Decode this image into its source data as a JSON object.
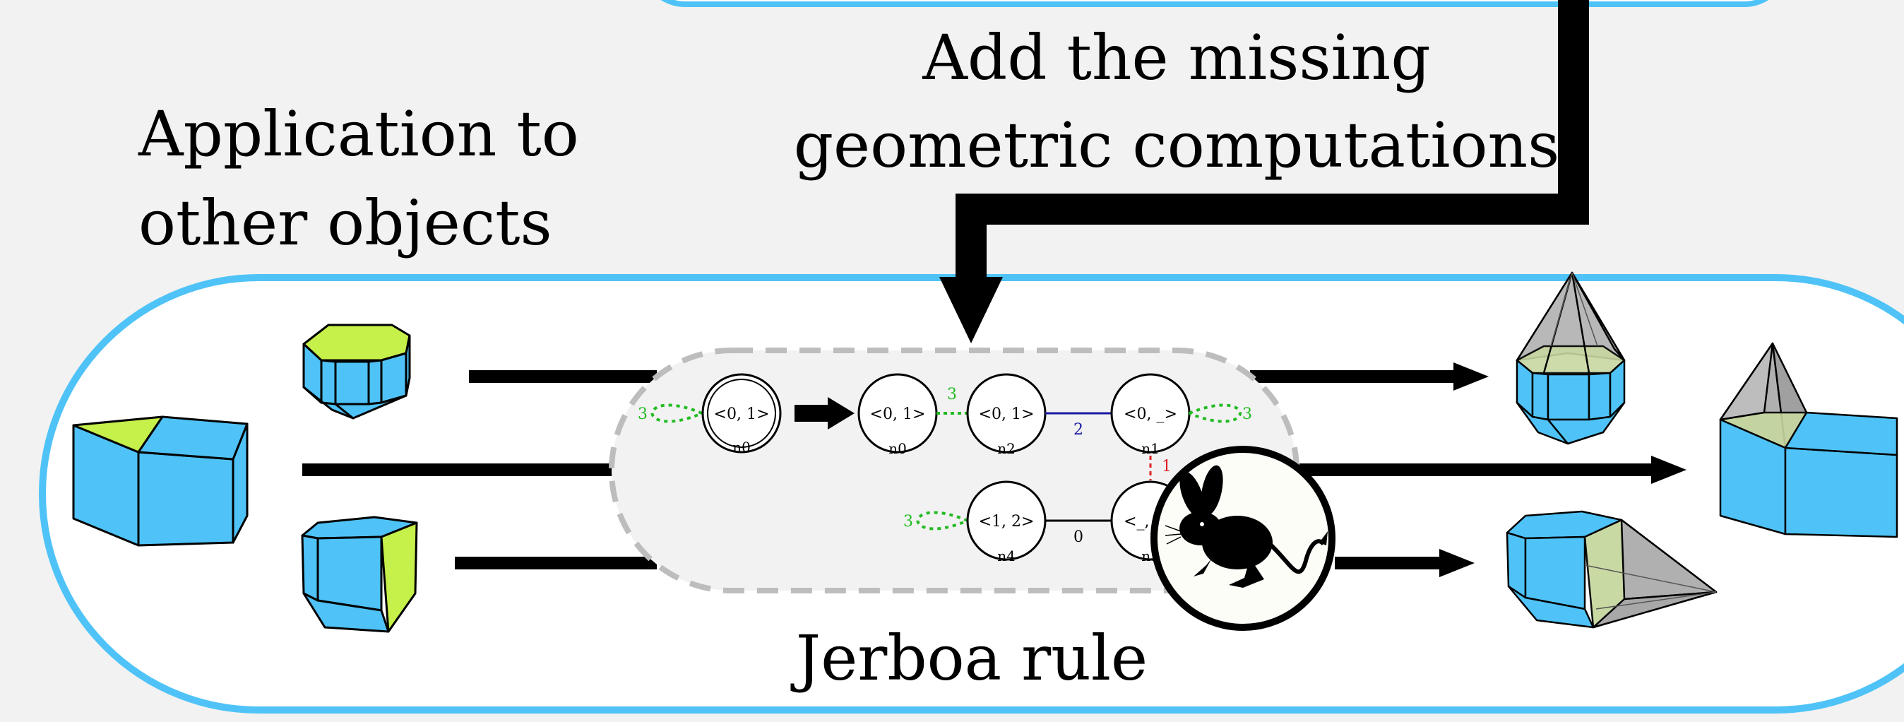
{
  "labels": {
    "top_line1": "Add the missing",
    "top_line2": "geometric computations",
    "left_line1": "Application to",
    "left_line2": "other objects",
    "bottom": "Jerboa rule"
  },
  "rule": {
    "nodes": [
      {
        "id": "n0_left",
        "label": "<0, 1>",
        "name": "n0",
        "double": true
      },
      {
        "id": "n0_right",
        "label": "<0, 1>",
        "name": "n0"
      },
      {
        "id": "n2",
        "label": "<0, 1>",
        "name": "n2"
      },
      {
        "id": "n1",
        "label": "<0, _>",
        "name": "n1"
      },
      {
        "id": "n4",
        "label": "<1, 2>",
        "name": "n4"
      },
      {
        "id": "n3",
        "label": "<_, 2>",
        "name": "n3"
      }
    ],
    "arc_labels": {
      "loop_left": "3",
      "n0_n2": "3",
      "n2_n1": "2",
      "n1_loop": "3",
      "n1_n3": "1",
      "n4_loop": "3",
      "n4_n3": "0"
    }
  },
  "colors": {
    "frame": "#4fc3f7",
    "face_blue": "#4fc3f7",
    "face_green": "#c6f04a",
    "cone_grey": "#b0b0b0",
    "loop_green": "#22bb22",
    "edge_blue": "#1a1aa0",
    "edge_red": "#dd2222",
    "dash_grey": "#bdbdbd"
  },
  "icons": {
    "jerboa": "jerboa-logo"
  }
}
